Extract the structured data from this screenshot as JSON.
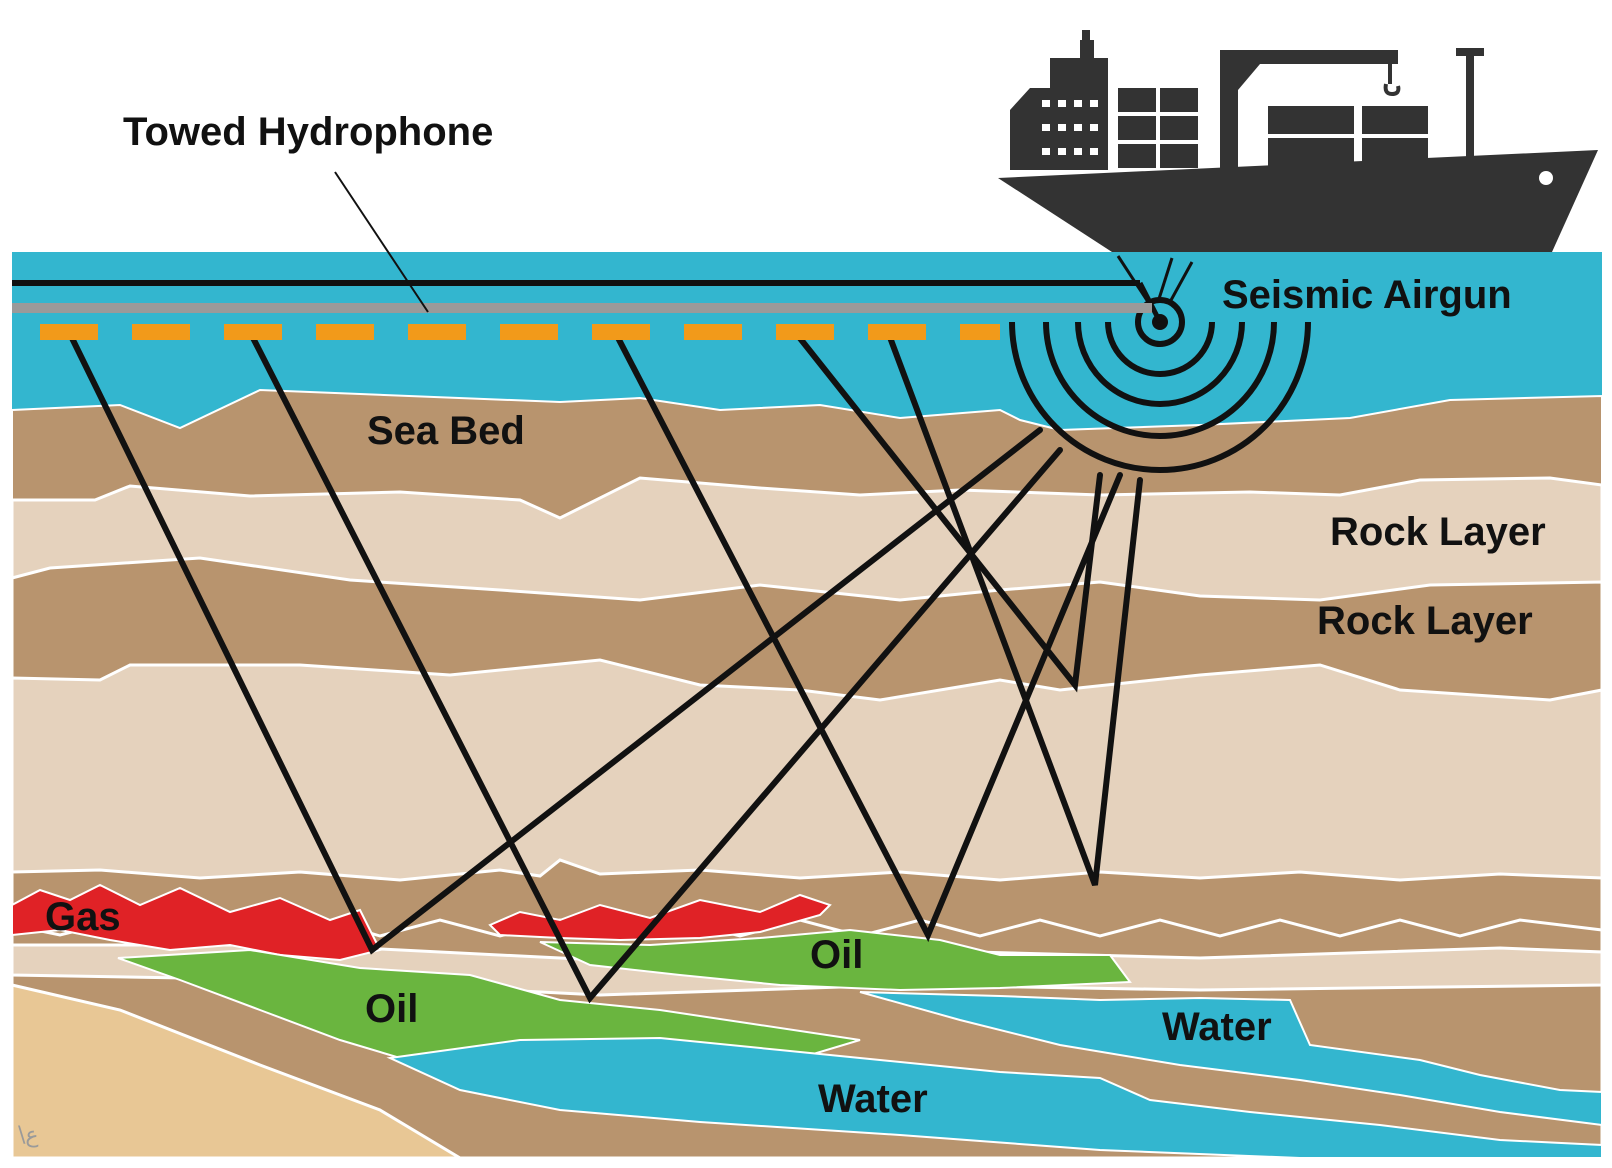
{
  "labels": {
    "towed_hydrophone": "Towed Hydrophone",
    "seismic_airgun": "Seismic Airgun",
    "sea_bed": "Sea Bed",
    "rock_layer_1": "Rock Layer",
    "rock_layer_2": "Rock Layer",
    "gas": "Gas",
    "oil_left": "Oil",
    "oil_right": "Oil",
    "water_right": "Water",
    "water_bottom": "Water",
    "watermark": "\\ع"
  },
  "colors": {
    "sea": "#33b6cf",
    "dark_sediment": "#b8946e",
    "light_sediment": "#e5d2bd",
    "sand": "#e8c795",
    "gas": "#e02226",
    "oil": "#6ab53f",
    "water": "#33b6cf",
    "hydrophone": "#f29a1a",
    "ship": "#333333"
  },
  "icons": [
    "cargo-ship-icon",
    "airgun-wave-icon",
    "hydrophone-icon"
  ]
}
